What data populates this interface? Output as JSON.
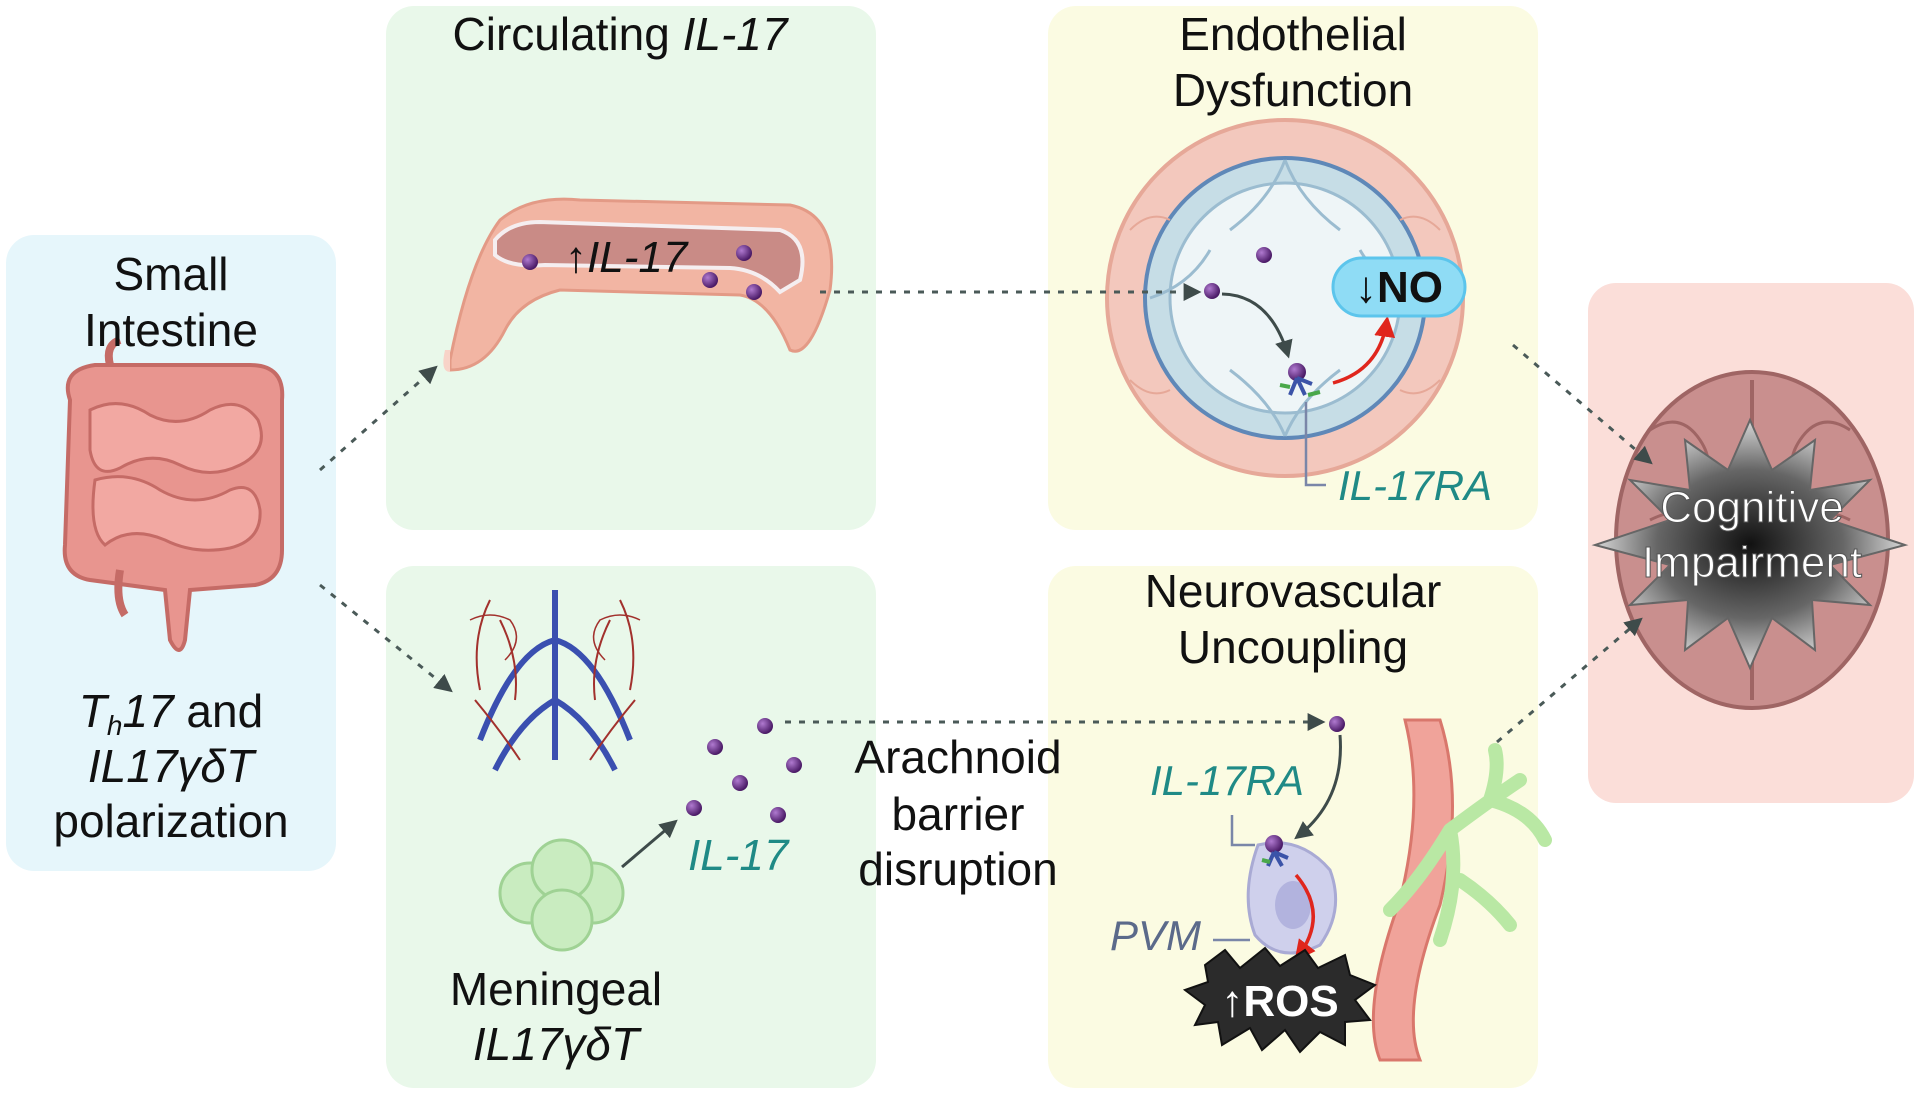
{
  "panels": {
    "small_intestine": {
      "title_line1": "Small",
      "title_line2": "Intestine",
      "caption_th": "T",
      "caption_th_sub": "h",
      "caption_th_rest": "17",
      "caption_and": " and",
      "caption_line2": "IL17γδT",
      "caption_line3": "polarization"
    },
    "circulating": {
      "title_plain": "Circulating ",
      "title_italic": "IL-17",
      "vessel_label": "IL-17",
      "vessel_arrow": "↑"
    },
    "meningeal": {
      "il17_label": "IL-17",
      "caption_line1": "Meningeal",
      "caption_line2": "IL17γδT"
    },
    "barrier": {
      "line1": "Arachnoid",
      "line2": "barrier",
      "line3": "disruption"
    },
    "endothelial": {
      "title_line1": "Endothelial",
      "title_line2": "Dysfunction",
      "no_arrow": "↓",
      "no_label": "NO",
      "receptor_label": "IL-17RA"
    },
    "neurovascular": {
      "title_line1": "Neurovascular",
      "title_line2": "Uncoupling",
      "receptor_label": "IL-17RA",
      "pvm_label": "PVM",
      "ros_arrow": "↑",
      "ros_label": "ROS"
    },
    "cognitive": {
      "line1": "Cognitive",
      "line2": "Impairment"
    }
  },
  "colors": {
    "intestine_panel": "#e6f6fb",
    "green_panel": "#e9f8ea",
    "yellow_panel": "#fbfbe2",
    "pink_panel": "#fbded9",
    "il17_molecule": "#6a2f8a",
    "teal_text": "#1f8a86",
    "no_bubble": "#8fdcf5"
  }
}
